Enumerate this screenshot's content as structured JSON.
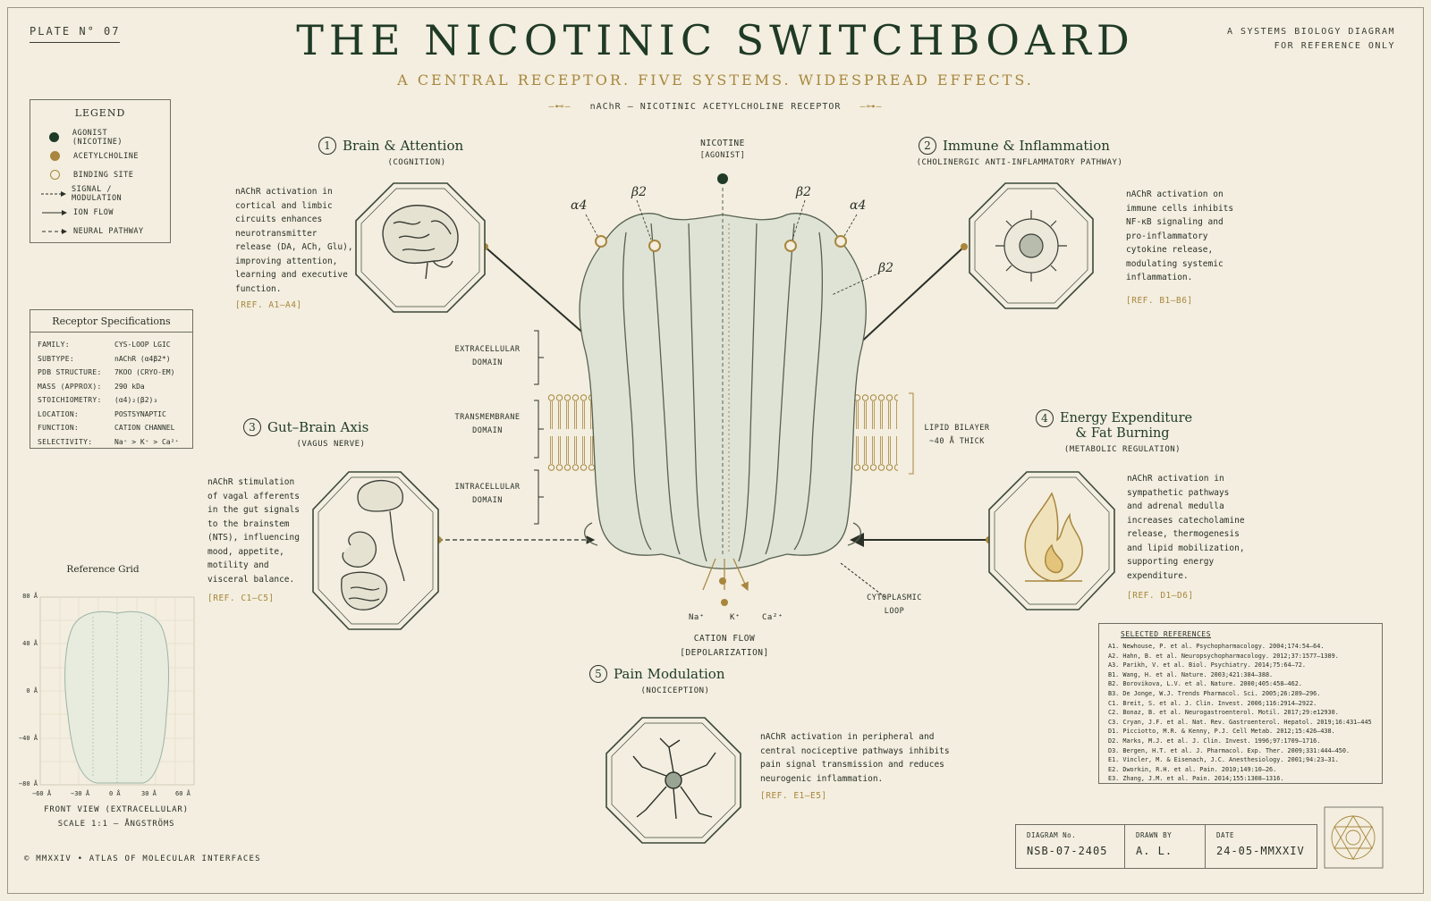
{
  "header": {
    "plate": "PLATE  N°  07",
    "title": "THE NICOTINIC SWITCHBOARD",
    "subtitle": "A CENTRAL RECEPTOR.  FIVE SYSTEMS.  WIDESPREAD EFFECTS.",
    "tagline": "nAChR — NICOTINIC ACETYLCHOLINE RECEPTOR",
    "right_line1": "A SYSTEMS BIOLOGY DIAGRAM",
    "right_line2": "FOR REFERENCE ONLY"
  },
  "legend": {
    "title": "LEGEND",
    "items": [
      {
        "label": "AGONIST (NICOTINE)",
        "icon": "filled-dark-dot"
      },
      {
        "label": "ACETYLCHOLINE",
        "icon": "filled-gold-dot"
      },
      {
        "label": "BINDING SITE",
        "icon": "open-circle"
      },
      {
        "label": "SIGNAL / MODULATION",
        "icon": "dashed-arrow"
      },
      {
        "label": "ION FLOW",
        "icon": "solid-arrow"
      },
      {
        "label": "NEURAL PATHWAY",
        "icon": "dashed-arrow"
      }
    ]
  },
  "specs": {
    "title": "Receptor Specifications",
    "rows": [
      {
        "k": "FAMILY:",
        "v": "CYS-LOOP LGIC"
      },
      {
        "k": "SUBTYPE:",
        "v": "nAChR (α4β2*)"
      },
      {
        "k": "PDB STRUCTURE:",
        "v": "7KOO (CRYO-EM)"
      },
      {
        "k": "MASS (APPROX):",
        "v": "290 kDa"
      },
      {
        "k": "STOICHIOMETRY:",
        "v": "(α4)₂(β2)₃"
      },
      {
        "k": "LOCATION:",
        "v": "POSTSYNAPTIC"
      },
      {
        "k": "FUNCTION:",
        "v": "CATION CHANNEL"
      },
      {
        "k": "SELECTIVITY:",
        "v": "Na⁺ > K⁺ > Ca²⁺"
      }
    ]
  },
  "sections": {
    "brain": {
      "num": "1",
      "title": "Brain & Attention",
      "sub": "(COGNITION)",
      "desc": [
        "nAChR activation in",
        "cortical and limbic",
        "circuits enhances",
        "neurotransmitter",
        "release (DA, ACh, Glu),",
        "improving attention,",
        "learning and executive",
        "function."
      ],
      "ref": "[REF. A1–A4]"
    },
    "immune": {
      "num": "2",
      "title": "Immune & Inflammation",
      "sub": "(CHOLINERGIC ANTI-INFLAMMATORY PATHWAY)",
      "desc": [
        "nAChR activation on",
        "immune cells inhibits",
        "NF-κB signaling and",
        "pro-inflammatory",
        "cytokine release,",
        "modulating systemic",
        "inflammation."
      ],
      "ref": "[REF. B1–B6]"
    },
    "gut": {
      "num": "3",
      "title": "Gut–Brain Axis",
      "sub": "(VAGUS NERVE)",
      "desc": [
        "nAChR stimulation",
        "of vagal afferents",
        "in the gut signals",
        "to the brainstem",
        "(NTS), influencing",
        "mood, appetite,",
        "motility and",
        "visceral balance."
      ],
      "ref": "[REF. C1–C5]"
    },
    "energy": {
      "num": "4",
      "title1": "Energy Expenditure",
      "title2": "& Fat Burning",
      "sub": "(METABOLIC REGULATION)",
      "desc": [
        "nAChR activation in",
        "sympathetic pathways",
        "and adrenal medulla",
        "increases catecholamine",
        "release, thermogenesis",
        "and lipid mobilization,",
        "supporting energy",
        "expenditure."
      ],
      "ref": "[REF. D1–D6]"
    },
    "pain": {
      "num": "5",
      "title": "Pain Modulation",
      "sub": "(NOCICEPTION)",
      "desc": [
        "nAChR activation in peripheral and",
        "central nociceptive pathways inhibits",
        "pain signal transmission and reduces",
        "neurogenic inflammation."
      ],
      "ref": "[REF. E1–E5]"
    }
  },
  "receptor": {
    "nicotine": "NICOTINE",
    "agonist": "[AGONIST]",
    "subunit_a4": "α4",
    "subunit_b2": "β2",
    "extracellular": [
      "EXTRACELLULAR",
      "DOMAIN"
    ],
    "transmembrane": [
      "TRANSMEMBRANE",
      "DOMAIN"
    ],
    "intracellular": [
      "INTRACELLULAR",
      "DOMAIN"
    ],
    "lipid": [
      "LIPID BILAYER",
      "~40 Å THICK"
    ],
    "cytoplasmic": [
      "CYTOPLASMIC",
      "LOOP"
    ],
    "ions": [
      "Na⁺",
      "K⁺",
      "Ca²⁺"
    ],
    "cation_flow": "CATION FLOW",
    "depol": "[DEPOLARIZATION]"
  },
  "grid": {
    "title": "Reference Grid",
    "y_ticks": [
      "80 Å",
      "40 Å",
      "0 Å",
      "−40 Å",
      "−80 Å"
    ],
    "x_ticks": [
      "−60 Å",
      "−30 Å",
      "0 Å",
      "30 Å",
      "60 Å"
    ],
    "caption1": "FRONT VIEW (EXTRACELLULAR)",
    "caption2": "SCALE 1:1 — ÅNGSTRÖMS"
  },
  "references": {
    "title": "SELECTED REFERENCES",
    "items": [
      "A1.  Newhouse, P. et al.   Psychopharmacology. 2004;174:54–64.",
      "A2.  Hahn, B. et al.   Neuropsychopharmacology. 2012;37:1577–1389.",
      "A3.  Parikh, V. et al.   Biol. Psychiatry. 2014;75:64–72.",
      "B1.  Wang, H. et al.   Nature. 2003;421:384–388.",
      "B2.  Borovikova, L.V. et al.   Nature. 2000;405:458–462.",
      "B3.  De Jonge, W.J.   Trends Pharmacol. Sci. 2005;26:289–296.",
      "C1.  Breit, S. et al.   J. Clin. Invest. 2006;116:2914–2922.",
      "C2.  Bonaz, B. et al.   Neurogastroenterol. Motil. 2017;29:e12930.",
      "C3.  Cryan, J.F. et al.   Nat. Rev. Gastroenterol. Hepatol. 2019;16:431–445.",
      "D1.  Picciotto, M.R. & Kenny, P.J.   Cell Metab. 2012;15:426–438.",
      "D2.  Marks, M.J. et al.   J. Clin. Invest. 1996;97:1709–1716.",
      "D3.  Bergen, H.T. et al.   J. Pharmacol. Exp. Ther. 2009;331:444–450.",
      "E1.  Vincler, M. & Eisenach, J.C.   Anesthesiology. 2001;94:23–31.",
      "E2.  Dworkin, R.H. et al.   Pain. 2010;149:10–26.",
      "E3.  Zhang, J.M. et al.   Pain. 2014;155:1308–1316."
    ]
  },
  "titleblock": {
    "diagram_k": "DIAGRAM No.",
    "diagram_v": "NSB-07-2405",
    "drawn_k": "DRAWN BY",
    "drawn_v": "A. L.",
    "date_k": "DATE",
    "date_v": "24-05-MMXXIV"
  },
  "footer": "© MMXXIV  •  ATLAS OF MOLECULAR INTERFACES",
  "colors": {
    "ink": "#1f3a26",
    "gold": "#a8863d",
    "paper": "#f3eedf",
    "receptor": "#cfd6c6"
  }
}
